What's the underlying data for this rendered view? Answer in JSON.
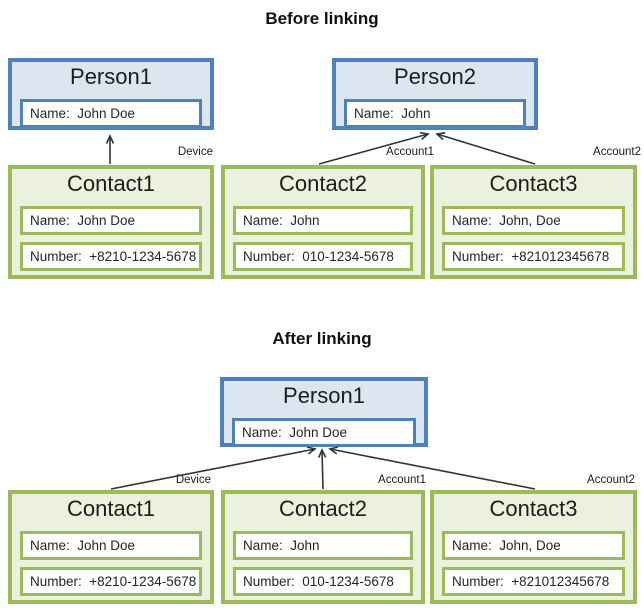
{
  "colors": {
    "person_border": "#4f81bd",
    "person_fill": "#dce6f1",
    "contact_border": "#9bbb59",
    "contact_fill": "#ebf1dd",
    "arrow": "#333333"
  },
  "before": {
    "heading": "Before linking",
    "person1": {
      "title": "Person1",
      "name": "Name:  John Doe"
    },
    "person2": {
      "title": "Person2",
      "name": "Name:  John"
    },
    "contact1": {
      "title": "Contact1",
      "name": "Name:  John Doe",
      "number": "Number:  +8210-1234-5678",
      "link_label": "Device"
    },
    "contact2": {
      "title": "Contact2",
      "name": "Name:  John",
      "number": "Number:  010-1234-5678",
      "link_label": "Account1"
    },
    "contact3": {
      "title": "Contact3",
      "name": "Name:  John, Doe",
      "number": "Number:  +821012345678",
      "link_label": "Account2"
    }
  },
  "after": {
    "heading": "After linking",
    "person1": {
      "title": "Person1",
      "name": "Name:  John Doe"
    },
    "contact1": {
      "title": "Contact1",
      "name": "Name:  John Doe",
      "number": "Number:  +8210-1234-5678",
      "link_label": "Device"
    },
    "contact2": {
      "title": "Contact2",
      "name": "Name:  John",
      "number": "Number:  010-1234-5678",
      "link_label": "Account1"
    },
    "contact3": {
      "title": "Contact3",
      "name": "Name:  John, Doe",
      "number": "Number:  +821012345678",
      "link_label": "Account2"
    }
  }
}
